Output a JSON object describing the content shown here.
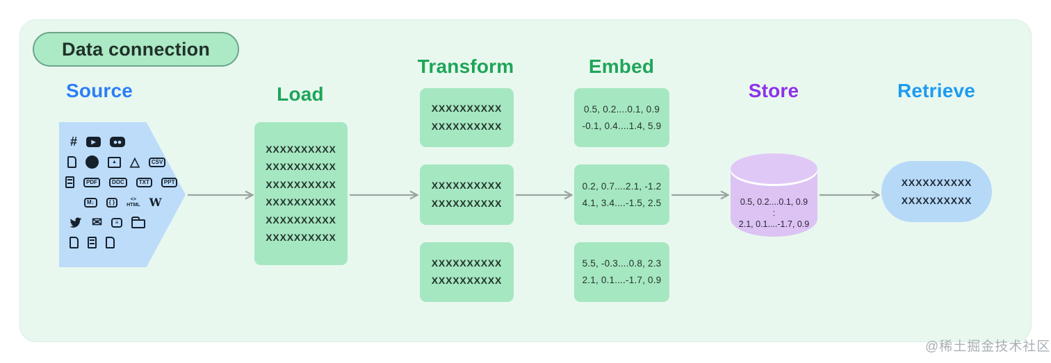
{
  "page": {
    "watermark": "@稀土掘金技术社区"
  },
  "diagram": {
    "title": "Data connection",
    "source": {
      "label": "Source"
    },
    "load": {
      "label": "Load",
      "lines": [
        "XXXXXXXXXX",
        "XXXXXXXXXX",
        "XXXXXXXXXX",
        "XXXXXXXXXX",
        "XXXXXXXXXX",
        "XXXXXXXXXX"
      ]
    },
    "transform": {
      "label": "Transform",
      "boxes": [
        [
          "XXXXXXXXXX",
          "XXXXXXXXXX"
        ],
        [
          "XXXXXXXXXX",
          "XXXXXXXXXX"
        ],
        [
          "XXXXXXXXXX",
          "XXXXXXXXXX"
        ]
      ]
    },
    "embed": {
      "label": "Embed",
      "boxes": [
        [
          "0.5, 0.2....0.1, 0.9",
          "-0.1, 0.4....1.4, 5.9"
        ],
        [
          "0.2, 0.7....2.1, -1.2",
          "4.1, 3.4....-1.5, 2.5"
        ],
        [
          "5.5, -0.3....0.8, 2.3",
          "2.1, 0.1....-1.7, 0.9"
        ]
      ]
    },
    "store": {
      "label": "Store",
      "lines": [
        "0.5, 0.2....0.1, 0.9",
        ":",
        "2.1, 0.1....-1.7, 0.9"
      ]
    },
    "retrieve": {
      "label": "Retrieve",
      "lines": [
        "XXXXXXXXXX",
        "XXXXXXXXXX"
      ]
    },
    "source_icon_rows": [
      [
        {
          "name": "slack",
          "style": "glyph",
          "text": "#"
        },
        {
          "name": "youtube",
          "style": "play",
          "text": "▶"
        },
        {
          "name": "discord",
          "style": "disc",
          "text": ""
        }
      ],
      [
        {
          "name": "file",
          "style": "file",
          "text": ""
        },
        {
          "name": "github",
          "style": "circle",
          "text": ""
        },
        {
          "name": "image",
          "style": "img",
          "text": "▲"
        },
        {
          "name": "google-drive",
          "style": "glyph",
          "text": "△"
        },
        {
          "name": "csv-file",
          "style": "badge",
          "text": "CSV"
        }
      ],
      [
        {
          "name": "text-file",
          "style": "file-lines",
          "text": ""
        },
        {
          "name": "pdf-file",
          "style": "badge",
          "text": "PDF"
        },
        {
          "name": "doc-file",
          "style": "badge",
          "text": "DOC"
        },
        {
          "name": "txt-file",
          "style": "badge",
          "text": "TXT"
        },
        {
          "name": "ppt-file",
          "style": "badge",
          "text": "PPT"
        }
      ],
      [
        {
          "name": "markdown",
          "style": "badge",
          "text": "M↓"
        },
        {
          "name": "json-file",
          "style": "badge",
          "text": "{ }"
        },
        {
          "name": "html",
          "style": "stack",
          "text": "<>|HTML"
        },
        {
          "name": "wikipedia",
          "style": "serif",
          "text": "W"
        }
      ],
      [
        {
          "name": "twitter",
          "style": "bird",
          "text": ""
        },
        {
          "name": "email",
          "style": "glyph",
          "text": "✉"
        },
        {
          "name": "notion",
          "style": "badge",
          "text": "≡"
        },
        {
          "name": "folder",
          "style": "folder",
          "text": ""
        }
      ],
      [
        {
          "name": "file",
          "style": "file",
          "text": ""
        },
        {
          "name": "text-file",
          "style": "file-lines",
          "text": ""
        },
        {
          "name": "file",
          "style": "file",
          "text": ""
        }
      ]
    ],
    "colors": {
      "container_bg": "#e9f8ef",
      "pill_bg": "#ace9c5",
      "pill_border": "#6ba589",
      "heading_green": "#1ea559",
      "heading_blue_source": "#2c7ef7",
      "heading_blue_retrieve": "#1d9bf1",
      "heading_purple": "#8c32ea",
      "green_box": "#a5e7c1",
      "source_shape_blue": "#bcdcfa",
      "retrieve_box_blue": "#b7d9f8",
      "cylinder_purple": "#dcc3f4",
      "arrow_gray": "#9aa3a0",
      "icon_dark": "#15202b"
    }
  }
}
